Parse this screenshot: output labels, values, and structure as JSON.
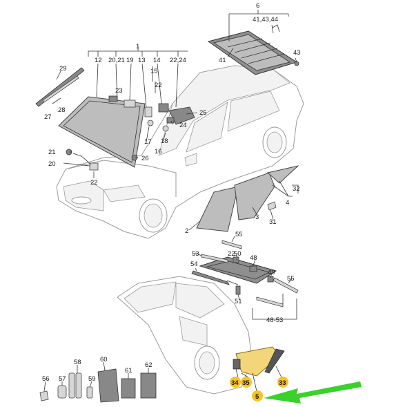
{
  "diagram": {
    "labels": {
      "n1": "1",
      "n2": "2",
      "n3": "3",
      "n4": "4",
      "n5": "5",
      "n6": "6",
      "n12": "12",
      "n13": "13",
      "n14": "14",
      "n15": "15",
      "n16": "16",
      "n17": "17",
      "n18": "18",
      "n19": "19",
      "n20_21": "20,21",
      "n20": "20",
      "n21": "21",
      "n22": "22",
      "n22_24": "22,24",
      "n23": "23",
      "n24": "24",
      "n25": "25",
      "n26": "26",
      "n27": "27",
      "n28": "28",
      "n29": "29",
      "n31": "31",
      "n32": "32",
      "n33": "33",
      "n34": "34",
      "n35": "35",
      "n41": "41",
      "n41_43_44": "41,43,44",
      "n43": "43",
      "n48": "48",
      "n48_53": "48-53",
      "n49": "49",
      "n50": "50",
      "n51": "51",
      "n53": "53",
      "n54": "54",
      "n55a": "55",
      "n55b": "55",
      "n56": "56",
      "n57": "57",
      "n58": "58",
      "n59": "59",
      "n60": "60",
      "n61": "61",
      "n62": "62"
    },
    "colors": {
      "highlight": "#f6c31b",
      "arrow": "#3ad12a",
      "glass": "#bdbdbd",
      "line": "#333333"
    }
  }
}
